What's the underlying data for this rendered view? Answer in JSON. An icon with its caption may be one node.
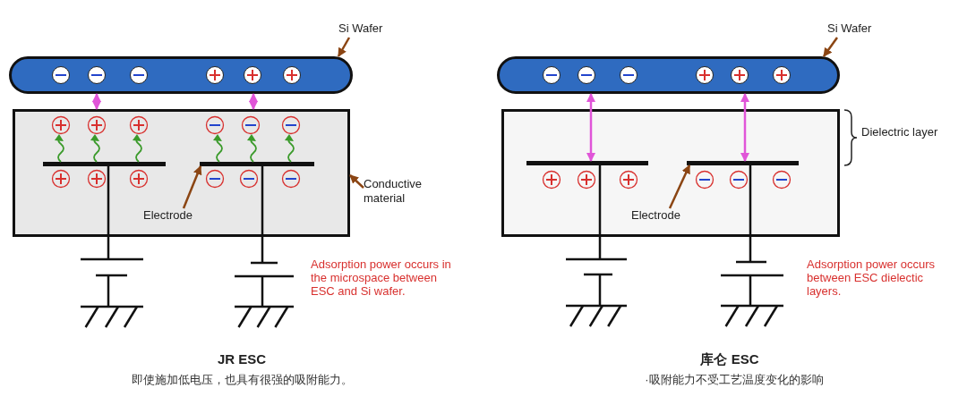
{
  "diagram": {
    "nodes": [
      {
        "text": [
          "Si Wafer"
        ]
      },
      {
        "text": [],
        "shape": "bar"
      },
      {
        "text": [],
        "shape": "box"
      },
      {
        "text": [],
        "shape": "bar",
        "in": 2
      },
      {
        "text": [],
        "shape": "bar",
        "in": 2
      },
      {
        "text": [
          "Electrode"
        ],
        "in": 2
      },
      {
        "text": [
          "Conductive material"
        ]
      },
      {
        "text": [
          "Si Wafer"
        ]
      },
      {
        "text": [],
        "shape": "bar"
      },
      {
        "text": [],
        "shape": "box"
      },
      {
        "text": [],
        "shape": "bar",
        "in": 9
      },
      {
        "text": [],
        "shape": "bar",
        "in": 9
      },
      {
        "text": [
          "Electrode"
        ],
        "in": 9
      }
    ],
    "edges": [
      {
        "from": 0,
        "to": 1,
        "arrow": "to"
      },
      {
        "from": 1,
        "to": 2,
        "arrow": "both",
        "color": "#e055d8"
      },
      {
        "from": 1,
        "to": 2,
        "arrow": "both",
        "color": "#e055d8"
      },
      {
        "from": 5,
        "to": 4,
        "arrow": "to"
      },
      {
        "from": 6,
        "to": 2,
        "arrow": "to"
      },
      {
        "from": 7,
        "to": 8,
        "arrow": "to"
      },
      {
        "from": 8,
        "to": 10,
        "arrow": "both",
        "color": "#e055d8"
      },
      {
        "from": 8,
        "to": 11,
        "arrow": "both",
        "color": "#e055d8"
      },
      {
        "from": 12,
        "to": 11,
        "arrow": "to"
      }
    ],
    "labels": [
      "Adsorption power occurs in the microspace between ESC and Si wafer.",
      "JR ESC",
      "即使施加低电压，也具有很强的吸附能力。",
      "Dielectric layer",
      "Adsorption power occurs between ESC dielectic layers.",
      "库仑 ESC",
      "·吸附能力不受工艺温度变化的影响"
    ]
  }
}
